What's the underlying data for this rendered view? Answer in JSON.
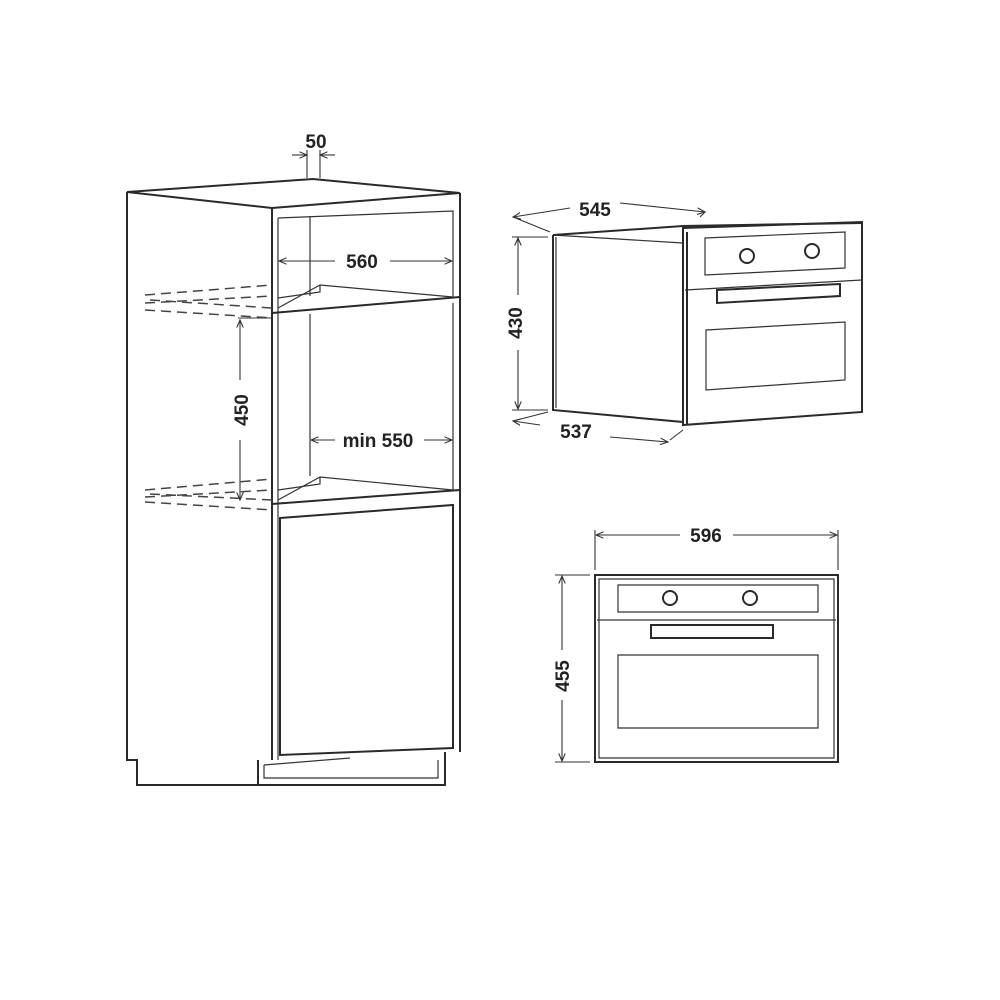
{
  "cabinet": {
    "dimensions": {
      "top_gap": "50",
      "inner_width": "560",
      "niche_height": "450",
      "min_depth": "min 550"
    }
  },
  "oven_perspective": {
    "dimensions": {
      "depth_top": "545",
      "height": "430",
      "depth_bottom": "537"
    }
  },
  "oven_front": {
    "dimensions": {
      "width": "596",
      "height": "455"
    }
  }
}
